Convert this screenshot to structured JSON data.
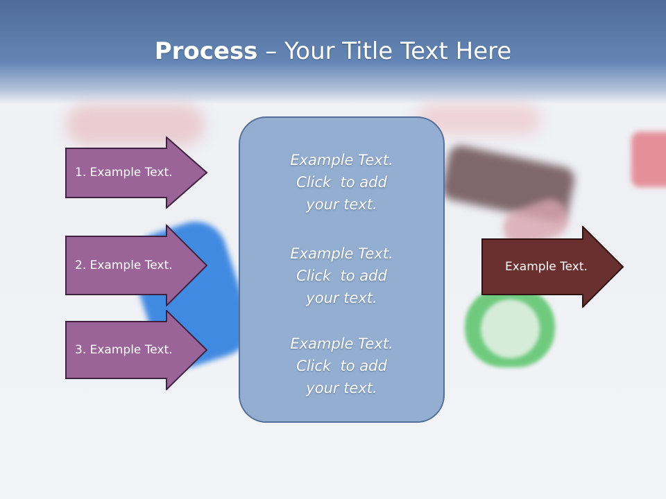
{
  "title": {
    "bold": "Process",
    "rest": " – Your Title Text Here"
  },
  "steps": [
    {
      "label": "1. Example Text."
    },
    {
      "label": "2. Example Text."
    },
    {
      "label": "3. Example Text."
    }
  ],
  "center_blocks": [
    {
      "line1": "Example Text.",
      "line2": "Click  to add",
      "line3": "your text."
    },
    {
      "line1": "Example Text.",
      "line2": "Click  to add",
      "line3": "your text."
    },
    {
      "line1": "Example Text.",
      "line2": "Click  to add",
      "line3": "your text."
    }
  ],
  "output": {
    "label": "Example Text."
  },
  "colors": {
    "header": "#5b7aa9",
    "step_arrow_fill": "#9a6498",
    "step_arrow_border": "#3e2240",
    "center_panel_fill": "#93aed0",
    "center_panel_border": "#536f98",
    "output_arrow_fill": "#6a2f2f",
    "output_arrow_border": "#2e1212"
  }
}
